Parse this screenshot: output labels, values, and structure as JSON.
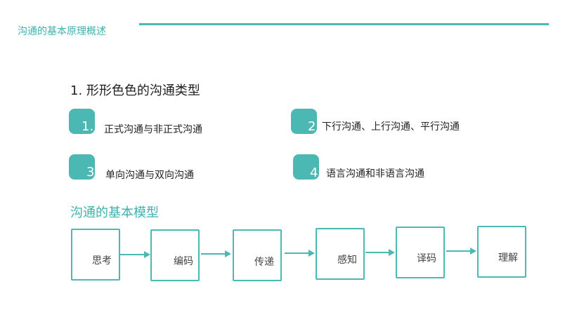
{
  "header": {
    "title": "沟通的基本原理概述"
  },
  "section1": {
    "title": "1. 形形色色的沟通类型",
    "items": [
      {
        "num": "1.",
        "label": "正式沟通与非正式沟通"
      },
      {
        "num": "2",
        "label": "下行沟通、上行沟通、平行沟通"
      },
      {
        "num": "3",
        "label": "单向沟通与双向沟通"
      },
      {
        "num": "4",
        "label": "语言沟通和非语言沟通"
      }
    ]
  },
  "section2": {
    "title": "沟通的基本模型",
    "steps": [
      "思考",
      "编码",
      "传递",
      "感知",
      "译码",
      "理解"
    ]
  },
  "colors": {
    "accent": "#4cb8b3"
  }
}
